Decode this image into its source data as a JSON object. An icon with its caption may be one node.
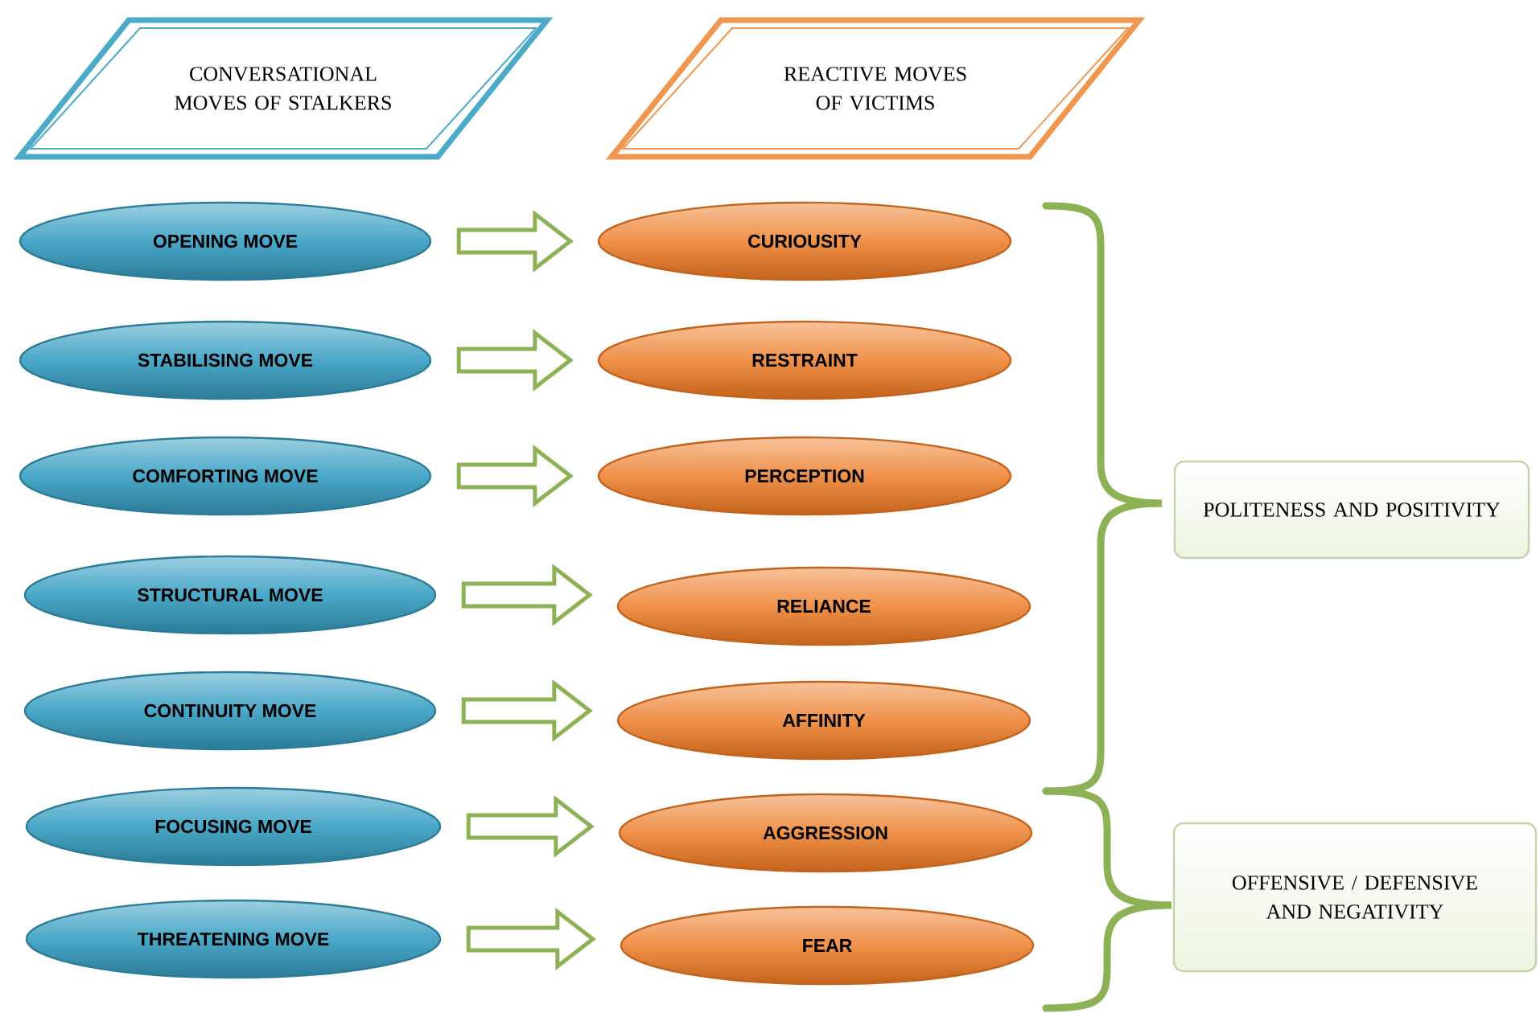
{
  "diagram": {
    "nodes": [
      {
        "text": [
          "CONVERSATIONAL MOVES OF STALKERS"
        ]
      },
      {
        "text": [
          "REACTIVE MOVES OF VICTIMS"
        ]
      },
      {
        "text": [
          "OPENING MOVE"
        ]
      },
      {
        "text": [
          "STABILISING MOVE"
        ]
      },
      {
        "text": [
          "COMFORTING MOVE"
        ]
      },
      {
        "text": [
          "STRUCTURAL MOVE"
        ]
      },
      {
        "text": [
          "CONTINUITY MOVE"
        ]
      },
      {
        "text": [
          "FOCUSING MOVE"
        ]
      },
      {
        "text": [
          "THREATENING MOVE"
        ]
      },
      {
        "text": [
          "CURIOUSITY"
        ]
      },
      {
        "text": [
          "RESTRAINT"
        ]
      },
      {
        "text": [
          "PERCEPTION"
        ]
      },
      {
        "text": [
          "RELIANCE"
        ]
      },
      {
        "text": [
          "AFFINITY"
        ]
      },
      {
        "text": [
          "AGGRESSION"
        ]
      },
      {
        "text": [
          "FEAR"
        ]
      },
      {
        "text": [
          "POLITENESS AND POSITIVITY"
        ]
      },
      {
        "text": [
          "OFFENSIVE / DEFENSIVE AND NEGATIVITY"
        ]
      }
    ],
    "edges": [
      {
        "from": 2,
        "to": 9,
        "arrow": "to"
      },
      {
        "from": 3,
        "to": 10,
        "arrow": "to"
      },
      {
        "from": 4,
        "to": 11,
        "arrow": "to"
      },
      {
        "from": 5,
        "to": 12,
        "arrow": "to"
      },
      {
        "from": 6,
        "to": 13,
        "arrow": "to"
      },
      {
        "from": 7,
        "to": 14,
        "arrow": "to"
      },
      {
        "from": 8,
        "to": 15,
        "arrow": "to"
      }
    ]
  }
}
